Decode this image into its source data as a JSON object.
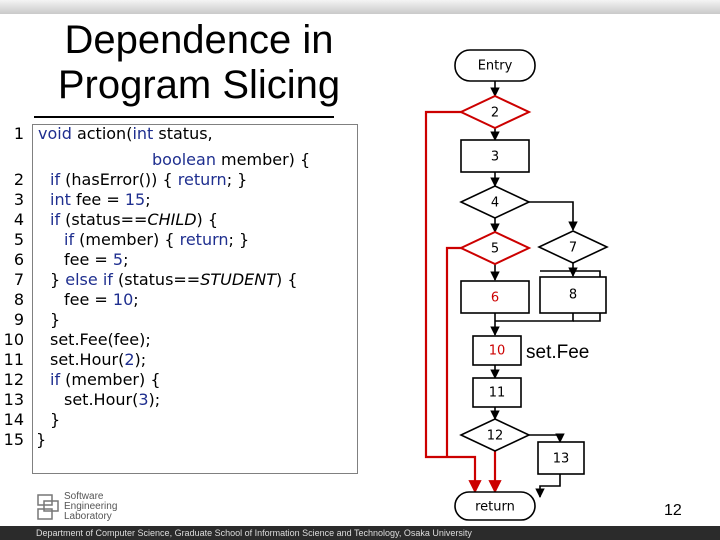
{
  "slide": {
    "title_line1": "Dependence in",
    "title_line2": "Program Slicing",
    "page_number": "12",
    "footer": "Department of Computer Science, Graduate School of Information Science and Technology, Osaka University"
  },
  "logo": {
    "line1": "Software",
    "line2": "Engineering",
    "line3": "Laboratory",
    "icon": "lab-logo-icon"
  },
  "code": [
    {
      "num": "1",
      "text": "void action(int status,"
    },
    {
      "num": "",
      "text": "boolean member) {"
    },
    {
      "num": "2",
      "text": "if (hasError()) { return; }"
    },
    {
      "num": "3",
      "text": "int fee = 15;"
    },
    {
      "num": "4",
      "text": "if (status==CHILD) {"
    },
    {
      "num": "5",
      "text": "if (member) { return; }"
    },
    {
      "num": "6",
      "text": "fee = 5;"
    },
    {
      "num": "7",
      "text": "} else if (status==STUDENT) {"
    },
    {
      "num": "8",
      "text": "fee = 10;"
    },
    {
      "num": "9",
      "text": "}"
    },
    {
      "num": "10",
      "text": "set.Fee(fee);"
    },
    {
      "num": "11",
      "text": "set.Hour(2);"
    },
    {
      "num": "12",
      "text": "if (member) {"
    },
    {
      "num": "13",
      "text": "set.Hour(3);"
    },
    {
      "num": "14",
      "text": "}"
    },
    {
      "num": "15",
      "text": "}"
    }
  ],
  "graph": {
    "nodes": {
      "entry": "Entry",
      "n2": "2",
      "n3": "3",
      "n4": "4",
      "n5": "5",
      "n6": "6",
      "n7": "7",
      "n8": "8",
      "n10": "10",
      "n11": "11",
      "n12": "12",
      "n13": "13",
      "return": "return"
    },
    "annotation": "set.Fee",
    "colors": {
      "highlight": "#cc0000",
      "node_fill": "#ffffff",
      "stroke": "#000000"
    }
  }
}
